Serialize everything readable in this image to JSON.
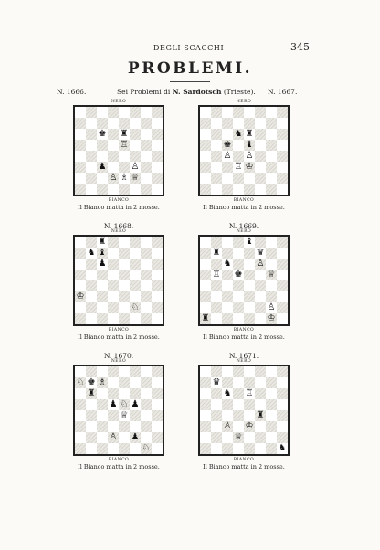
{
  "header": {
    "running_title": "DEGLI SCACCHI",
    "page_number": "345"
  },
  "title": "PROBLEMI.",
  "subhead": {
    "left_number": "N. 1666.",
    "intro": "Sei Problemi di",
    "author": "N. Sardotsch",
    "place": "(Trieste).",
    "right_number": "N. 1667."
  },
  "labels": {
    "black": "NERO",
    "white": "BIANCO"
  },
  "problems": [
    {
      "number": "",
      "caption": "Il Bianco matta in 2 mosse.",
      "board": [
        "........",
        "........",
        "..♚.♜...",
        "....♖...",
        "........",
        "..♟..♙..",
        "...♙♗♕..",
        "........"
      ]
    },
    {
      "number": "",
      "caption": "Il Bianco matta in 2 mosse.",
      "board": [
        "........",
        "........",
        "...♞♜...",
        "..♚.♝...",
        "..♙.♙...",
        "...♖♔...",
        "........",
        "........"
      ]
    },
    {
      "number": "N. 1668.",
      "caption": "Il Bianco matta in 2 mosse.",
      "board": [
        "..♜.....",
        ".♞♝.....",
        "..♟.....",
        "........",
        "........",
        "♔.......",
        ".....♘..",
        "........"
      ]
    },
    {
      "number": "N. 1669.",
      "caption": "Il Bianco matta in 2 mosse.",
      "board": [
        "....♝...",
        ".♜...♛..",
        "..♞..♙..",
        ".♖.♚..♕.",
        "........",
        "........",
        "......♙.",
        "♜.....♔."
      ]
    },
    {
      "number": "N. 1670.",
      "caption": "Il Bianco matta in 2 mosse.",
      "board": [
        "........",
        "♘♚♗.....",
        ".♜......",
        "...♟♘♟..",
        "....♕...",
        "........",
        "...♙.♟..",
        "......♘."
      ]
    },
    {
      "number": "N. 1671.",
      "caption": "Il Bianco matta in 2 mosse.",
      "board": [
        "........",
        ".♛......",
        "..♞.♖...",
        "........",
        ".....♜..",
        "..♙.♔...",
        "...♕....",
        ".......♞"
      ]
    }
  ]
}
